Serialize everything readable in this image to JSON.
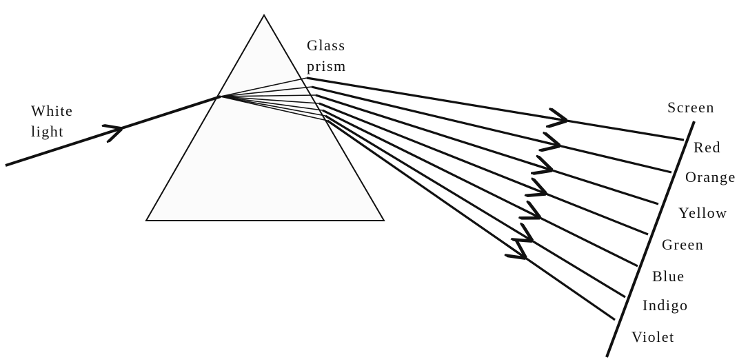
{
  "labels": {
    "white_line1": "White",
    "white_line2": "light",
    "glass_line1": "Glass",
    "glass_line2": "prism",
    "screen": "Screen"
  },
  "colors": [
    "Red",
    "Orange",
    "Yellow",
    "Green",
    "Blue",
    "Indigo",
    "Violet"
  ],
  "ink": "#111111"
}
